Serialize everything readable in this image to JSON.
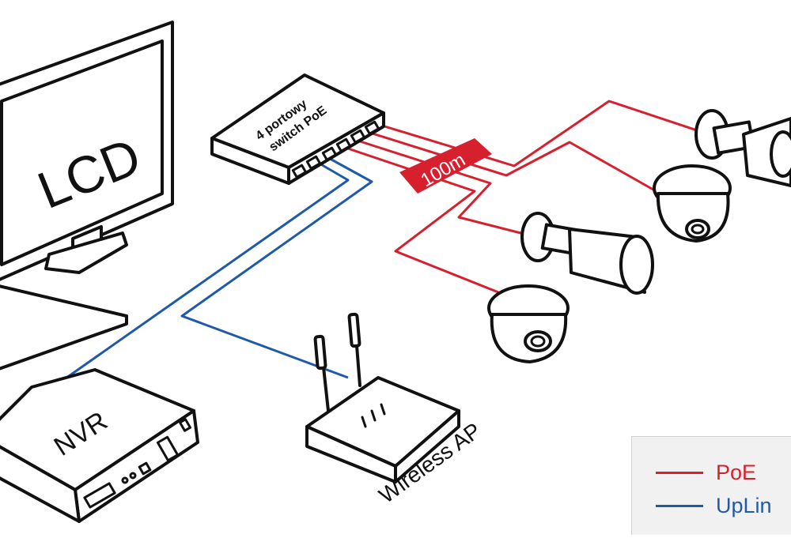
{
  "labels": {
    "lcd": "LCD",
    "switch_line1": "4 portowy",
    "switch_line2": "switch PoE",
    "distance": "100m",
    "nvr": "NVR",
    "wireless_ap": "Wireless AP"
  },
  "legend": {
    "poe": {
      "label": "PoE",
      "color": "#d6202e"
    },
    "uplink": {
      "label": "UpLin",
      "color": "#1f5aa8"
    }
  },
  "colors": {
    "poe": "#d6202e",
    "uplink": "#1f5aa8",
    "outline": "#111111",
    "legend_background": "#f1f1f1"
  },
  "icons": [
    "monitor-icon",
    "poe-switch-icon",
    "nvr-icon",
    "wireless-ap-icon",
    "bullet-camera-icon",
    "dome-camera-icon"
  ]
}
